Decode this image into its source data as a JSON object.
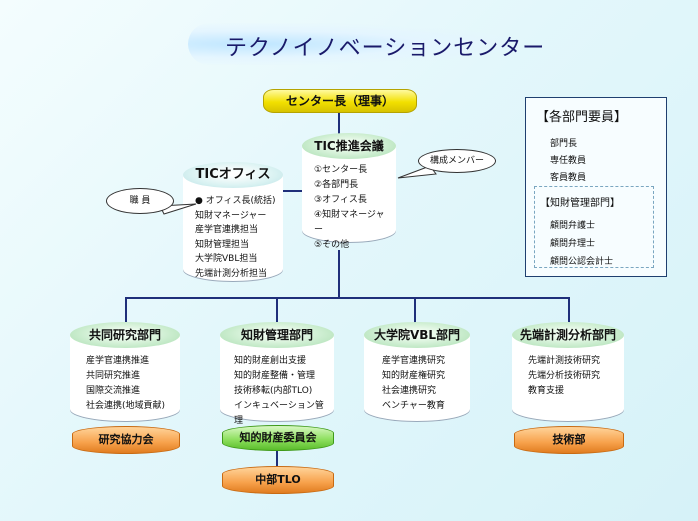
{
  "title": "テクノイノベーションセンター",
  "director": "センター長（理事）",
  "promotion": {
    "title": "TIC推進会議",
    "items": [
      "①センター長",
      "②各部門長",
      "③オフィス長",
      "④知財マネージャー",
      "⑤その他"
    ]
  },
  "office": {
    "title": "TICオフィス",
    "items": [
      "● オフィス長(統括)",
      "知財マネージャー",
      "産学官連携担当",
      "知財管理担当",
      "大学院VBL担当",
      "先端計測分析担当"
    ]
  },
  "callouts": {
    "staff": "職 員",
    "members": "構成メンバー"
  },
  "departments": [
    {
      "title": "共同研究部門",
      "items": [
        "産学官連携推進",
        "共同研究推進",
        "国際交流推進",
        "社会連携(地域貢献)"
      ],
      "bottom": "研究協力会"
    },
    {
      "title": "知財管理部門",
      "items": [
        "知的財産創出支援",
        "知的財産整備・管理",
        "技術移転(内部TLO)",
        "インキュベーション管理"
      ],
      "committee": "知的財産委員会",
      "bottom": "中部TLO"
    },
    {
      "title": "大学院VBL部門",
      "items": [
        "産学官連携研究",
        "知的財産権研究",
        "社会連携研究",
        "ベンチャー教育"
      ]
    },
    {
      "title": "先端計測分析部門",
      "items": [
        "先端計測技術研究",
        "先端分析技術研究",
        "教育支援"
      ],
      "bottom": "技術部"
    }
  ],
  "staffing": {
    "heading": "【各部門要員】",
    "items": [
      "部門長",
      "専任教員",
      "客員教員"
    ],
    "ip_heading": "【知財管理部門】",
    "ip_items": [
      "顧問弁護士",
      "顧問弁理士",
      "顧問公認会計士"
    ]
  }
}
